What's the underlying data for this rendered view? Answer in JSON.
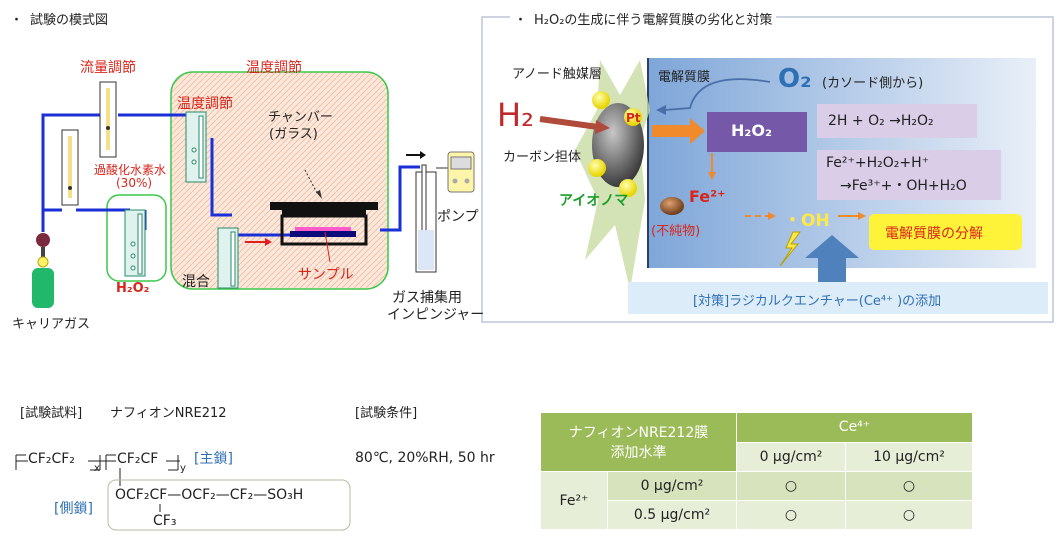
{
  "left": {
    "bullet": "・",
    "title": "試験の模式図",
    "flow_ctrl": "流量調節",
    "temp_ctrl": "温度調節",
    "temp_ctrl2": "温度調節",
    "h2o2_label_1": "過酸化水素水",
    "h2o2_label_2": "(30%)",
    "h2o2_small": "H₂O₂",
    "chamber_1": "チャンバー",
    "chamber_2": "(ガラス)",
    "mixing": "混合",
    "sample": "サンプル",
    "pump": "ポンプ",
    "carrier": "キャリアガス",
    "trap_1": "ガス捕集用",
    "trap_2": "インピンジャー"
  },
  "right": {
    "bullet": "・",
    "title": "H₂O₂の生成に伴う電解質膜の劣化と対策",
    "anode_layer": "アノード触媒層",
    "membrane": "電解質膜",
    "o2": "O₂",
    "o2_note": "(カソード側から)",
    "h2": "H₂",
    "pt": "Pt",
    "carbon": "カーボン担体",
    "ionomer": "アイオノマ",
    "h2o2_box": "H₂O₂",
    "rx1": "2H + O₂ →H₂O₂",
    "rx2a": "Fe²⁺+H₂O₂+H⁺",
    "rx2b": "→Fe³⁺+・OH+H₂O",
    "fe": "Fe²⁺",
    "impurity": "(不純物)",
    "oh": "・OH",
    "decomp": "電解質膜の分解",
    "measure": "[対策]ラジカルクエンチャー(Ce⁴⁺ )の添加"
  },
  "bottom": {
    "sample_label": "[試験試料]",
    "sample_name": "ナフィオンNRE212",
    "cond_label": "[試験条件]",
    "cond_value": "80℃, 20%RH, 50 hr",
    "main_chain": "[主鎖]",
    "side_chain": "[側鎖]",
    "f_cf2cf2": "CF₂CF₂",
    "f_x": "x",
    "f_cf2cf": "CF₂CF",
    "f_y": "y",
    "f_side": "OCF₂CF—OCF₂—CF₂—SO₃H",
    "f_cf3": "CF₃"
  },
  "table": {
    "head_1": "ナフィオンNRE212膜",
    "head_2": "添加水準",
    "ce": "Ce⁴⁺",
    "col_0": "0 μg/cm²",
    "col_10": "10 μg/cm²",
    "fe": "Fe²⁺",
    "row_0": "0 μg/cm²",
    "row_05": "0.5 μg/cm²",
    "cells": [
      "○",
      "○",
      "○",
      "○"
    ]
  }
}
